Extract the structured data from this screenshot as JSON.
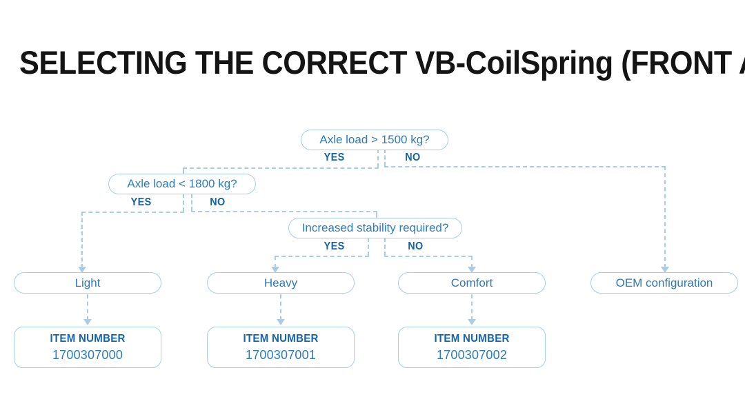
{
  "page": {
    "title": "SELECTING THE CORRECT VB-CoilSpring (FRONT AXLE)",
    "background_color": "#ffffff",
    "accent_color": "#2b7cbc",
    "border_color": "#a9cde9",
    "label_color": "#1364a8",
    "title_color": "#141414"
  },
  "decisions": [
    {
      "id": "axle-load-1500",
      "question": "Axle load > 1500 kg?",
      "yes_label": "YES",
      "no_label": "NO"
    },
    {
      "id": "axle-load-1800",
      "question": "Axle load < 1800 kg?",
      "yes_label": "YES",
      "no_label": "NO"
    },
    {
      "id": "increased-stability",
      "question": "Increased stability required?",
      "yes_label": "YES",
      "no_label": "NO"
    }
  ],
  "results": [
    {
      "id": "light",
      "label": "Light"
    },
    {
      "id": "heavy",
      "label": "Heavy"
    },
    {
      "id": "comfort",
      "label": "Comfort"
    },
    {
      "id": "oem",
      "label": "OEM configuration"
    }
  ],
  "item_numbers": [
    {
      "id": "item-light",
      "title": "ITEM NUMBER",
      "value": "1700307000"
    },
    {
      "id": "item-heavy",
      "title": "ITEM NUMBER",
      "value": "1700307001"
    },
    {
      "id": "item-comfort",
      "title": "ITEM NUMBER",
      "value": "1700307002"
    }
  ]
}
